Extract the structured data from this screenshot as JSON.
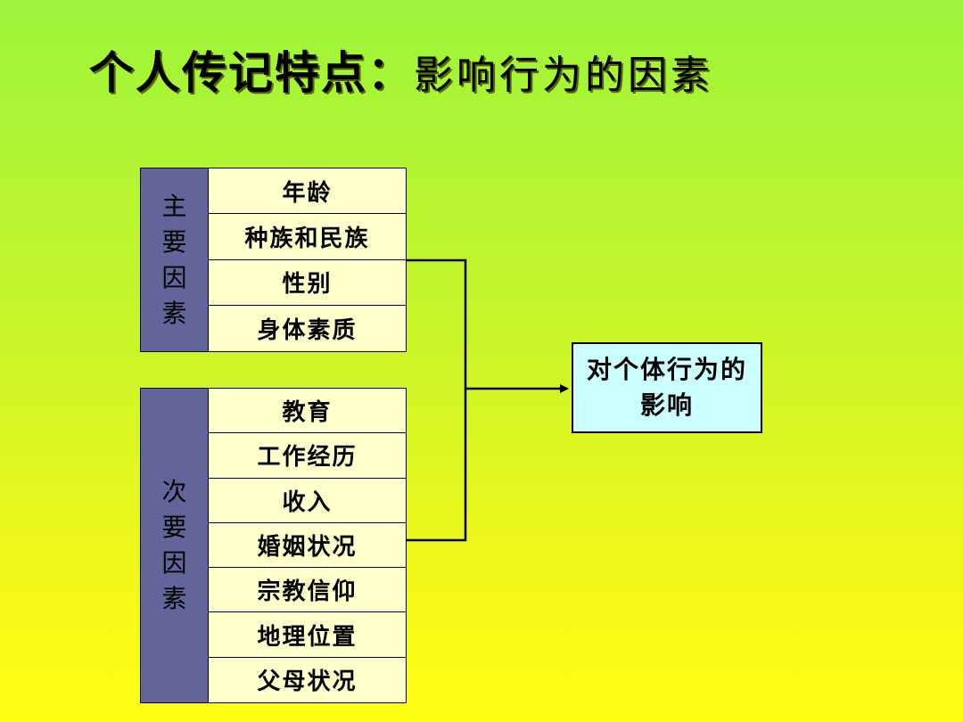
{
  "title": {
    "main": "个人传记特点：",
    "sub": "影响行为的因素"
  },
  "primary_group": {
    "label": [
      "主",
      "要",
      "因",
      "素"
    ],
    "items": [
      "年龄",
      "种族和民族",
      "性别",
      "身体素质"
    ]
  },
  "secondary_group": {
    "label": [
      "次",
      "要",
      "因",
      "素"
    ],
    "items": [
      "教育",
      "工作经历",
      "收入",
      "婚姻状况",
      "宗教信仰",
      "地理位置",
      "父母状况"
    ]
  },
  "target": {
    "text": "对个体行为的影响"
  },
  "colors": {
    "label_bg": "#63659a",
    "item_bg": "#ffffcc",
    "target_bg": "#ccffff"
  }
}
